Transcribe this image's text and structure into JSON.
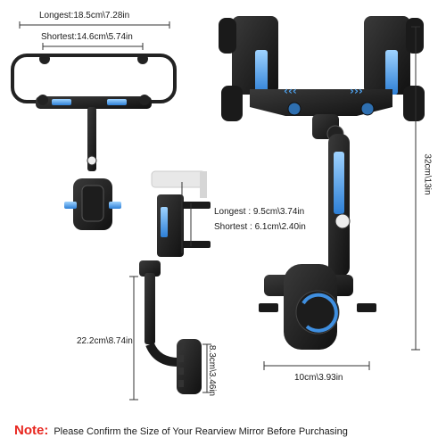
{
  "dimensions": {
    "mirror_longest": "Longest:18.5cm\\7.28in",
    "mirror_shortest": "Shortest:14.6cm\\5.74in",
    "clamp_longest": "Longest : 9.5cm\\3.74in",
    "clamp_shortest": "Shortest : 6.1cm\\2.40in",
    "arm_length": "22.2cm\\8.74in",
    "cradle_height": "8.3cm\\3.46in",
    "overall_height": "32cm\\13in",
    "cradle_width": "10cm\\3.93in"
  },
  "note": {
    "label": "Note:",
    "text": "Please Confirm the Size of  Your Rearview Mirror Before Purchasing"
  },
  "colors": {
    "accent_blue": "#3f8fe0",
    "product_black": "#1c1c1c",
    "note_red": "#e8261f"
  }
}
